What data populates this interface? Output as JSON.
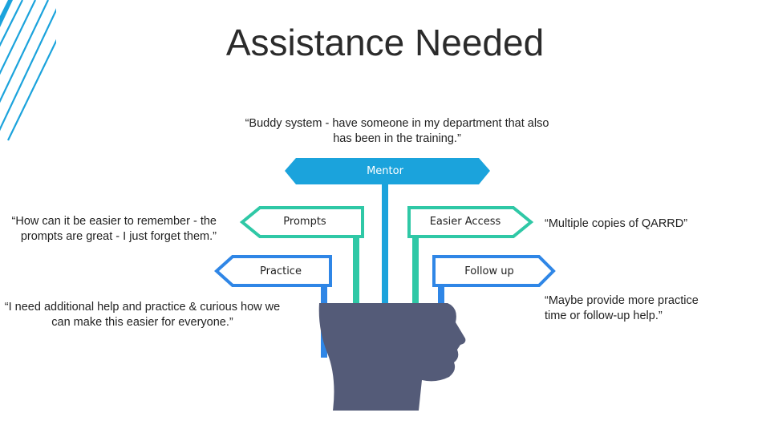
{
  "title": "Assistance Needed",
  "colors": {
    "cyan": "#1ba3dc",
    "teal": "#2fc8a6",
    "blue": "#2f86e6",
    "head": "#545b78",
    "stripe": "#1ba3dc"
  },
  "signs": {
    "mentor": "Mentor",
    "prompts": "Prompts",
    "practice": "Practice",
    "easier_access": "Easier Access",
    "follow_up": "Follow up"
  },
  "quotes": {
    "buddy": "“Buddy system - have someone in my department that also has been in the training.”",
    "remember": "“How can it be easier to remember - the prompts are great - I just forget them.”",
    "help": "“I need additional help and practice & curious how we can make this easier for everyone.”",
    "copies": "“Multiple copies of QARRD”",
    "more_practice": "“Maybe provide more practice time or follow-up help.”"
  },
  "icons": {
    "head": "head-silhouette-icon"
  }
}
